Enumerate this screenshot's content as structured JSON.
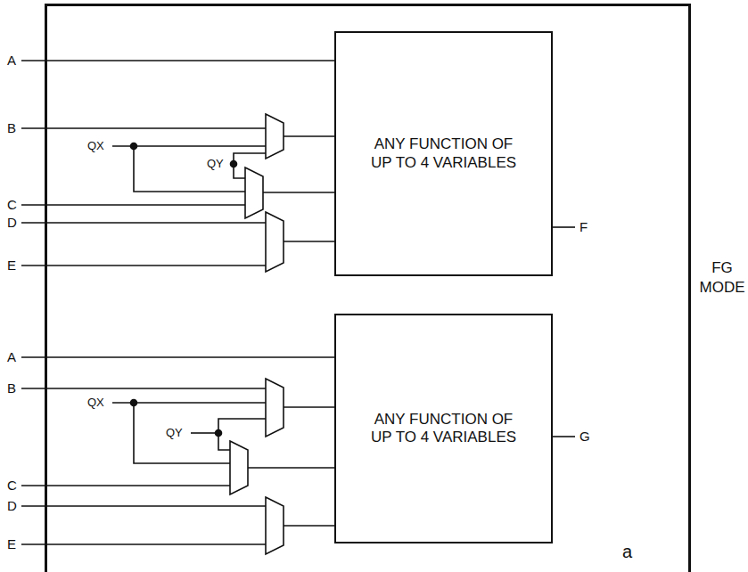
{
  "diagram": {
    "nodes": [
      {
        "text": [
          "a"
        ]
      },
      {
        "text": [
          "ANY FUNCTION OF UP TO 4 VARIABLES"
        ],
        "in": 0
      },
      {
        "text": [
          "ANY FUNCTION OF UP TO 4 VARIABLES"
        ],
        "in": 0
      }
    ],
    "labels": [
      "A",
      "B",
      "QX",
      "QY",
      "C",
      "D",
      "E",
      "F",
      "A",
      "B",
      "QX",
      "QY",
      "C",
      "D",
      "E",
      "G",
      "FG MODE"
    ]
  }
}
